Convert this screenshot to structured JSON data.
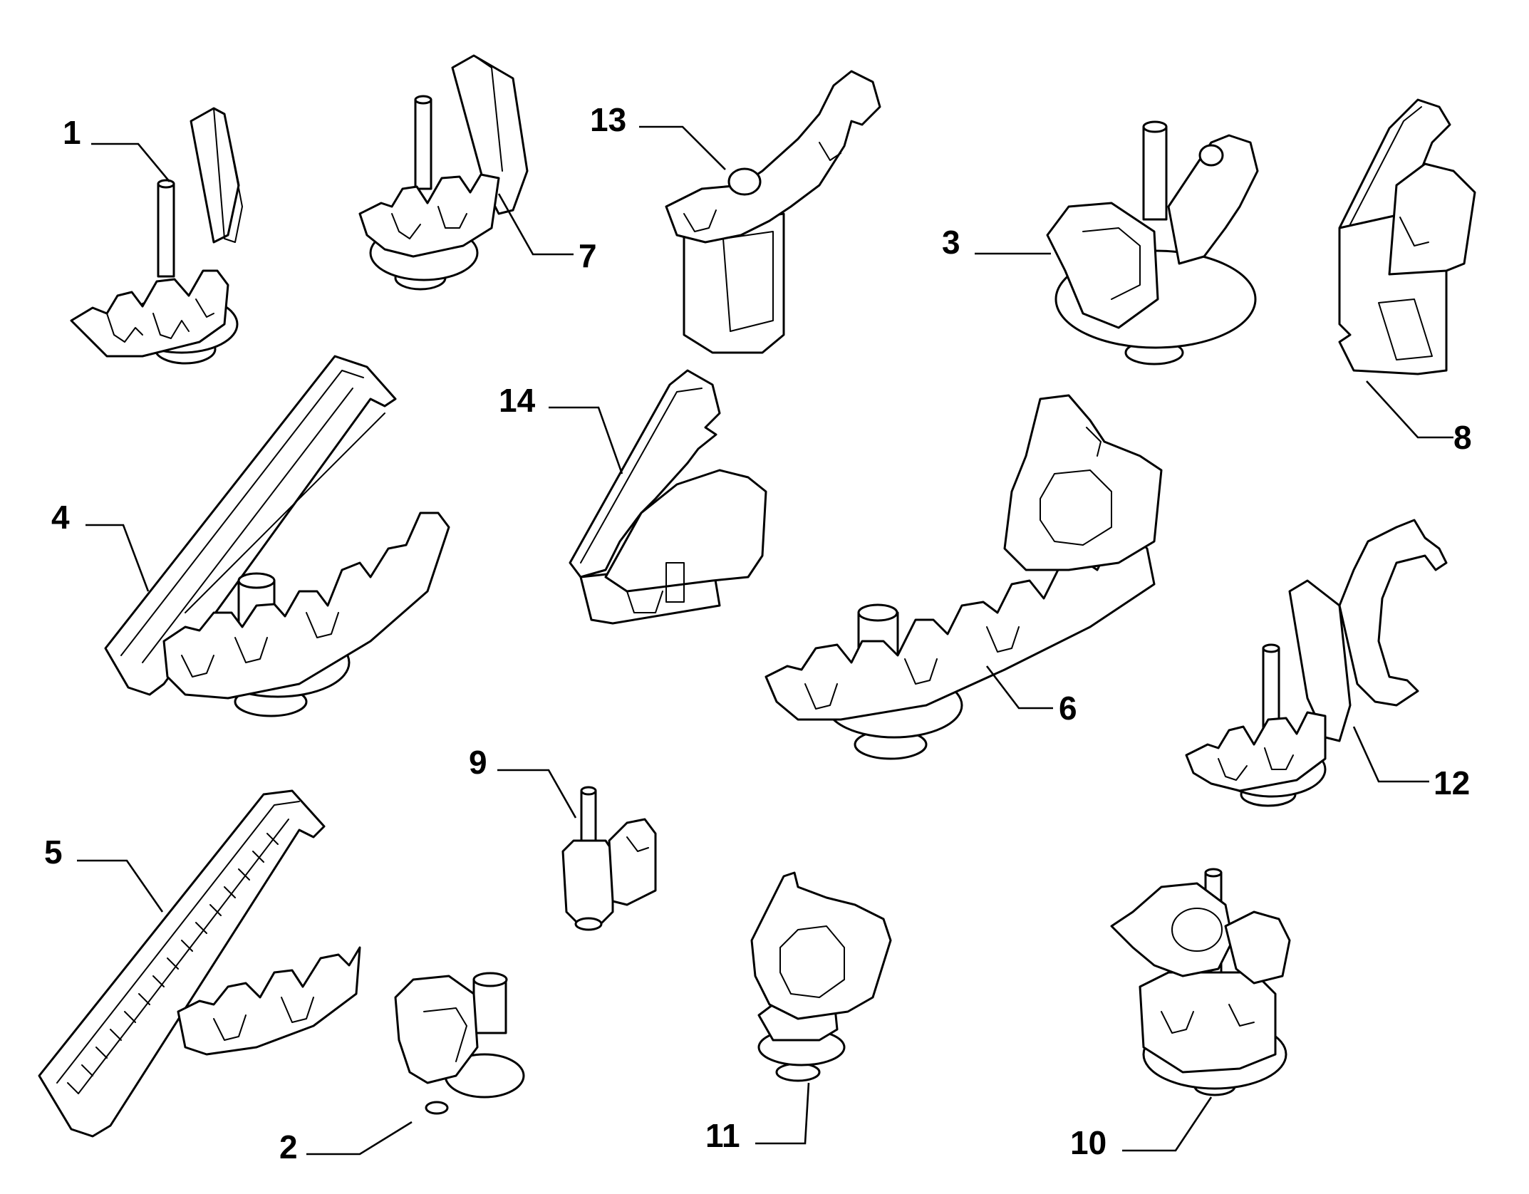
{
  "callouts": [
    {
      "id": "1",
      "label": "1",
      "part": "pipe-clip-with-stud-and-bracket"
    },
    {
      "id": "2",
      "label": "2",
      "part": "single-clip-with-stud"
    },
    {
      "id": "3",
      "label": "3",
      "part": "clip-with-stud-and-side-holder"
    },
    {
      "id": "4",
      "label": "4",
      "part": "multi-pipe-clip-with-rail"
    },
    {
      "id": "5",
      "label": "5",
      "part": "multi-pipe-clip-with-toothed-rail"
    },
    {
      "id": "6",
      "label": "6",
      "part": "multi-pipe-clip-with-large-holder"
    },
    {
      "id": "7",
      "label": "7",
      "part": "clip-with-stud-and-bracket"
    },
    {
      "id": "8",
      "label": "8",
      "part": "clip-with-mounting-plate"
    },
    {
      "id": "9",
      "label": "9",
      "part": "stud-clip"
    },
    {
      "id": "10",
      "label": "10",
      "part": "ring-clip-with-stud"
    },
    {
      "id": "11",
      "label": "11",
      "part": "large-pipe-holder-with-base"
    },
    {
      "id": "12",
      "label": "12",
      "part": "clip-with-stud-and-ring-bracket"
    },
    {
      "id": "13",
      "label": "13",
      "part": "clip-with-ring-arm"
    },
    {
      "id": "14",
      "label": "14",
      "part": "pipe-clip-with-rail"
    }
  ]
}
